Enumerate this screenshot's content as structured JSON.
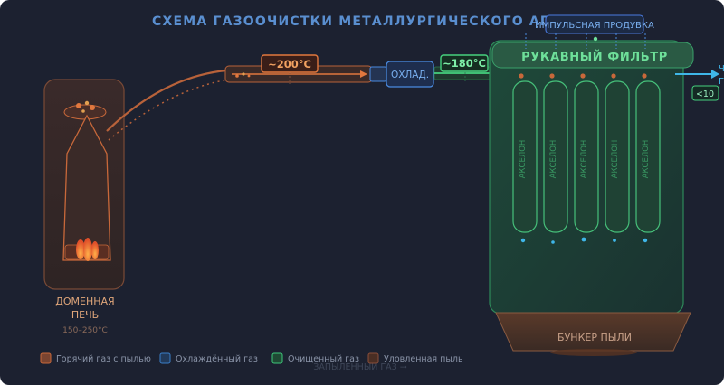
{
  "title": "СХЕМА ГАЗООЧИСТКИ МЕТАЛЛУРГИЧЕСКОГО АГРЕГ",
  "furnace": {
    "label_line1": "ДОМЕННАЯ",
    "label_line2": "ПЕЧЬ",
    "temperature": "150–250°C"
  },
  "duct": {
    "temperature_hot": "~200°C",
    "temperature_cooled": "~180°C"
  },
  "cooler": {
    "label": "ОХЛАД."
  },
  "filter": {
    "title": "РУКАВНЫЙ ФИЛЬТР",
    "pulse_label": "ИМПУЛЬСНАЯ ПРОДУВКА",
    "bag_labels": [
      "АКСЕЛОН",
      "АКСЕЛОН",
      "АКСЕЛОН",
      "АКСЕЛОН",
      "АКСЕЛОН"
    ],
    "hopper_label": "БУНКЕР ПЫЛИ"
  },
  "outlet": {
    "label_partial": "Ч",
    "label_partial_2": "Г",
    "badge": "<10"
  },
  "dust_flow_label": "ЗАПЫЛЕННЫЙ ГАЗ →",
  "legend": [
    {
      "label": "Горячий газ с пылью",
      "color": "#c8683a"
    },
    {
      "label": "Охлаждённый газ",
      "color": "#3a7ec8"
    },
    {
      "label": "Очищенный газ",
      "color": "#3ec87a"
    },
    {
      "label": "Уловленная пыль",
      "color": "#8a4e3a"
    }
  ],
  "colors": {
    "title": "#5a8fd0",
    "hot": "#e2783e",
    "cool": "#4a8ae0",
    "clean": "#46d17e",
    "outlet": "#3fb6e8"
  }
}
